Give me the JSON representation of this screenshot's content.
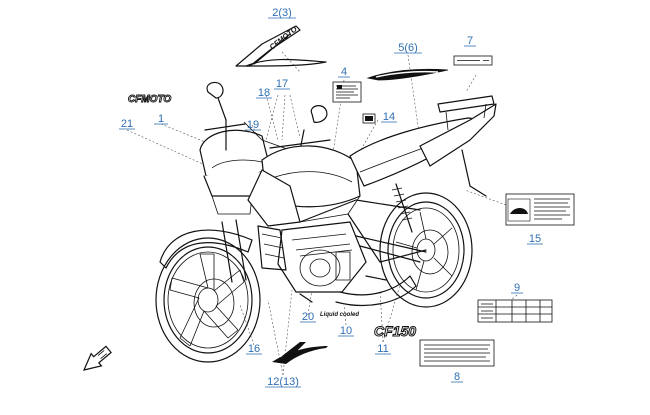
{
  "callouts": [
    {
      "id": "c1",
      "text": "1"
    },
    {
      "id": "c2",
      "text": "2(3)"
    },
    {
      "id": "c4",
      "text": "4"
    },
    {
      "id": "c5",
      "text": "5(6)"
    },
    {
      "id": "c7",
      "text": "7"
    },
    {
      "id": "c8",
      "text": "8"
    },
    {
      "id": "c9",
      "text": "9"
    },
    {
      "id": "c10",
      "text": "10"
    },
    {
      "id": "c11",
      "text": "11"
    },
    {
      "id": "c12",
      "text": "12(13)"
    },
    {
      "id": "c14",
      "text": "14"
    },
    {
      "id": "c15",
      "text": "15"
    },
    {
      "id": "c16",
      "text": "16"
    },
    {
      "id": "c17",
      "text": "17"
    },
    {
      "id": "c18",
      "text": "18"
    },
    {
      "id": "c19",
      "text": "19"
    },
    {
      "id": "c20",
      "text": "20"
    },
    {
      "id": "c21",
      "text": "21"
    }
  ],
  "decals": {
    "logo_front": "CFMOTO",
    "logo_tank": "CFMOTO",
    "model_mark": "CF150",
    "liquid_cooled": "Liquid cooled"
  },
  "icons": {
    "front_arrow": "front-direction-arrow-icon"
  },
  "colors": {
    "callout_blue": "#2f6fb3",
    "line_art": "#111111"
  }
}
